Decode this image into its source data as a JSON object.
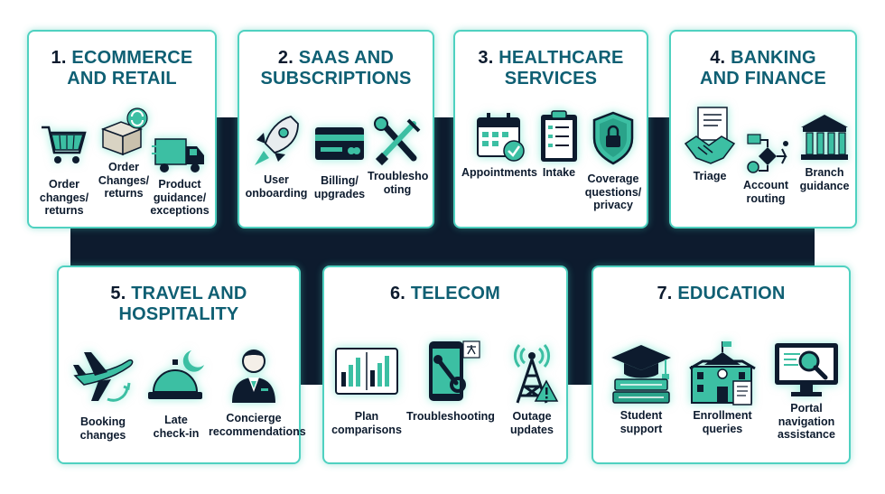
{
  "colors": {
    "background": "#ffffff",
    "band": "#0d1b2e",
    "card_border": "#4fd1c0",
    "title_accent": "#0f5f73",
    "icon_fill": "#3cbfa3",
    "icon_dark": "#0d1b2e"
  },
  "cards": [
    {
      "number": "1.",
      "title_line1": "ECOMMERCE",
      "title_line2": "AND RETAIL",
      "items": [
        {
          "icon": "shopping-cart-icon",
          "label": "Order\nchanges/\nreturns"
        },
        {
          "icon": "box-refresh-icon",
          "label": "Order\nChanges/\nreturns"
        },
        {
          "icon": "delivery-truck-icon",
          "label": "Product\nguidance/\nexceptions"
        }
      ]
    },
    {
      "number": "2.",
      "title_line1": "SAAS AND",
      "title_line2": "SUBSCRIPTIONS",
      "items": [
        {
          "icon": "rocket-icon",
          "label": "User\nonboarding"
        },
        {
          "icon": "credit-card-icon",
          "label": "Billing/\nupgrades"
        },
        {
          "icon": "wrench-screwdriver-icon",
          "label": "Troublesho\noting"
        }
      ]
    },
    {
      "number": "3.",
      "title_line1": "HEALTHCARE",
      "title_line2": "SERVICES",
      "items": [
        {
          "icon": "calendar-check-icon",
          "label": "Appointments"
        },
        {
          "icon": "clipboard-icon",
          "label": "Intake"
        },
        {
          "icon": "shield-lock-icon",
          "label": "Coverage\nquestions/\nprivacy"
        }
      ]
    },
    {
      "number": "4.",
      "title_line1": "BANKING",
      "title_line2": "AND FINANCE",
      "items": [
        {
          "icon": "handshake-document-icon",
          "label": "Triage"
        },
        {
          "icon": "routing-flow-icon",
          "label": "Account\nrouting"
        },
        {
          "icon": "bank-building-icon",
          "label": "Branch\nguidance"
        }
      ]
    },
    {
      "number": "5.",
      "title_line1": "TRAVEL AND",
      "title_line2": "HOSPITALITY",
      "items": [
        {
          "icon": "airplane-icon",
          "label": "Booking\nchanges"
        },
        {
          "icon": "service-bell-moon-icon",
          "label": "Late\ncheck-in"
        },
        {
          "icon": "concierge-icon",
          "label": "Concierge\nrecommendations"
        }
      ]
    },
    {
      "number": "6.",
      "title_line1": "TELECOM",
      "title_line2": "",
      "items": [
        {
          "icon": "bar-chart-board-icon",
          "label": "Plan\ncomparisons"
        },
        {
          "icon": "phone-wrench-icon",
          "label": "Troubleshooting"
        },
        {
          "icon": "cell-tower-warning-icon",
          "label": "Outage\nupdates"
        }
      ]
    },
    {
      "number": "7.",
      "title_line1": "EDUCATION",
      "title_line2": "",
      "items": [
        {
          "icon": "graduation-books-icon",
          "label": "Student\nsupport"
        },
        {
          "icon": "school-building-icon",
          "label": "Enrollment\nqueries"
        },
        {
          "icon": "monitor-search-icon",
          "label": "Portal\nnavigation\nassistance"
        }
      ]
    }
  ]
}
